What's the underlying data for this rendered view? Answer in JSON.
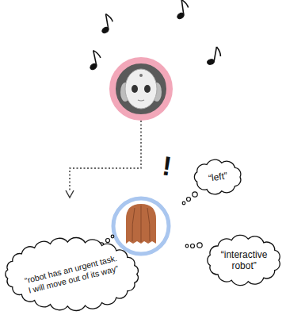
{
  "diagram": {
    "nodes": [
      {
        "text": [
          "“left”"
        ]
      },
      {
        "text": [
          "“interactive robot”"
        ]
      },
      {
        "text": [
          "“robot has an urgent task. I will move out of its way”"
        ]
      }
    ],
    "labels": [
      "!"
    ]
  }
}
